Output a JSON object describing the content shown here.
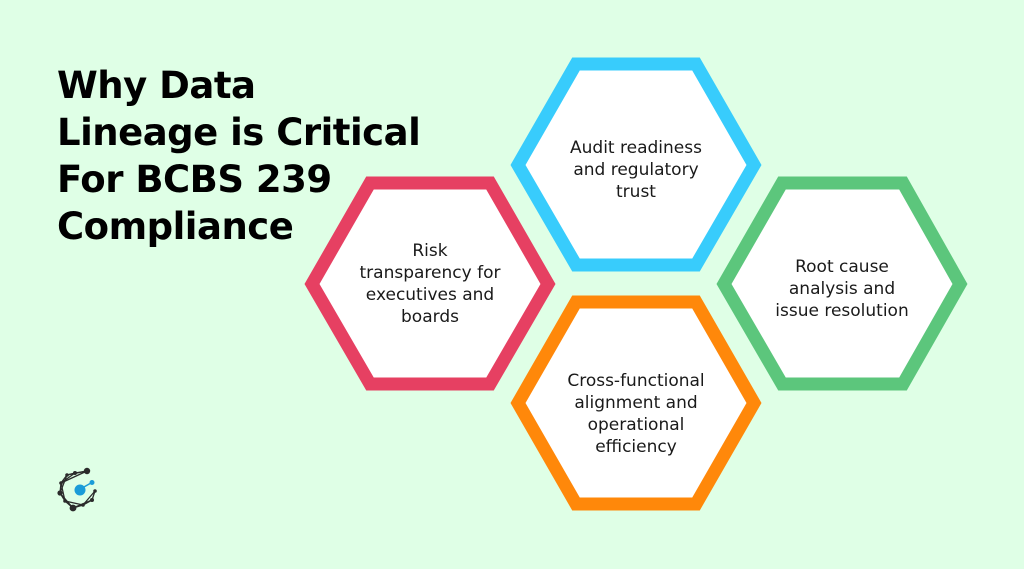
{
  "title": {
    "lines": [
      "Why Data",
      "Lineage is Critical",
      "For BCBS 239",
      "Compliance"
    ]
  },
  "colors": {
    "background": "#DFFFE6",
    "red": "#E64062",
    "blue": "#38CCFC",
    "green": "#5CC67C",
    "orange": "#FF880A",
    "hex_fill": "#FFFFFF",
    "logo_dark": "#2B2B2B",
    "logo_accent": "#1A9CD8"
  },
  "hexagons": [
    {
      "id": "risk",
      "color": "red",
      "lines": [
        "Risk",
        "transparency for",
        "executives and",
        "boards"
      ]
    },
    {
      "id": "audit",
      "color": "blue",
      "lines": [
        "Audit readiness",
        "and regulatory",
        "trust"
      ]
    },
    {
      "id": "root-cause",
      "color": "green",
      "lines": [
        "Root cause",
        "analysis and",
        "issue resolution"
      ]
    },
    {
      "id": "cross-functional",
      "color": "orange",
      "lines": [
        "Cross-functional",
        "alignment and",
        "operational",
        "efficiency"
      ]
    }
  ],
  "logo": {
    "icon": "network-node-logo"
  }
}
